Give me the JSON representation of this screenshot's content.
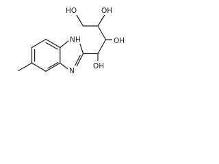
{
  "molecule": {
    "atom_labels": {
      "nh": "NH",
      "n": "N",
      "oh_top_left": "HO",
      "oh_top_right": "OH",
      "oh_middle": "OH",
      "oh_bottom": "OH"
    }
  }
}
